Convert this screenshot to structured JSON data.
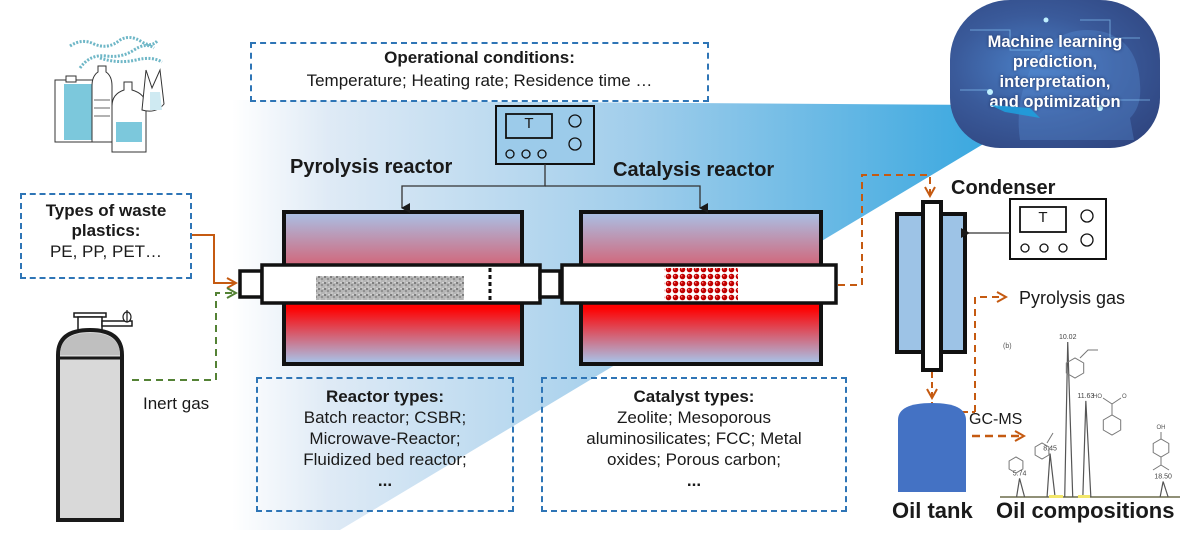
{
  "diagram": {
    "title": "Machine learning-assisted waste plastic pyrolysis process",
    "operational_conditions": {
      "title": "Operational conditions:",
      "body": "Temperature; Heating rate; Residence time …"
    },
    "ml_bubble": {
      "lines": [
        "Machine learning",
        "prediction,",
        "interpretation,",
        "and optimization"
      ]
    },
    "waste_plastics": {
      "title_line1": "Types of waste",
      "title_line2": "plastics:",
      "body": "PE, PP, PET…"
    },
    "inert_gas_label": "Inert gas",
    "pyrolysis_reactor_label": "Pyrolysis reactor",
    "catalysis_reactor_label": "Catalysis reactor",
    "condenser_label": "Condenser",
    "pyrolysis_gas_label": "Pyrolysis gas",
    "gcms_label": "GC-MS",
    "oil_tank_label": "Oil tank",
    "oil_compositions_label": "Oil compositions",
    "controller_display_label": "T",
    "reactor_types": {
      "title": "Reactor types:",
      "lines": [
        "Batch reactor; CSBR;",
        "Microwave-Reactor;",
        "Fluidized bed reactor;",
        "..."
      ]
    },
    "catalyst_types": {
      "title": "Catalyst types:",
      "lines": [
        "Zeolite; Mesoporous",
        "aluminosilicates; FCC; Metal",
        "oxides; Porous carbon;",
        "..."
      ]
    },
    "chromatogram": {
      "panel_label": "(b)",
      "peaks": [
        {
          "retention_time": "5.74",
          "relative_height": 0.12,
          "compound": "benzene"
        },
        {
          "retention_time": "8.45",
          "relative_height": 0.28,
          "compound": "toluene"
        },
        {
          "retention_time": "10.02",
          "relative_height": 1.0,
          "compound": "styrene"
        },
        {
          "retention_time": "11.63",
          "relative_height": 0.62,
          "compound": "benzoic acid"
        },
        {
          "retention_time": "18.50",
          "relative_height": 0.1,
          "compound": "4-isopropylphenol"
        }
      ],
      "substituent_labels": {
        "benzoic_acid_oh": "HO",
        "benzoic_acid_o": "O",
        "phenol_oh": "OH"
      }
    },
    "colors": {
      "dashed_box": "#2e75b6",
      "beam_blue": "#29a3dd",
      "heater_red": "#ff0000",
      "heater_blue": "#a9c1e6",
      "condenser_blue": "#9dc3e6",
      "oil_tank": "#4472c4",
      "feed_arrow_orange": "#c55a11",
      "gas_arrow_green": "#548235",
      "catalyst_red": "#c00000"
    }
  }
}
